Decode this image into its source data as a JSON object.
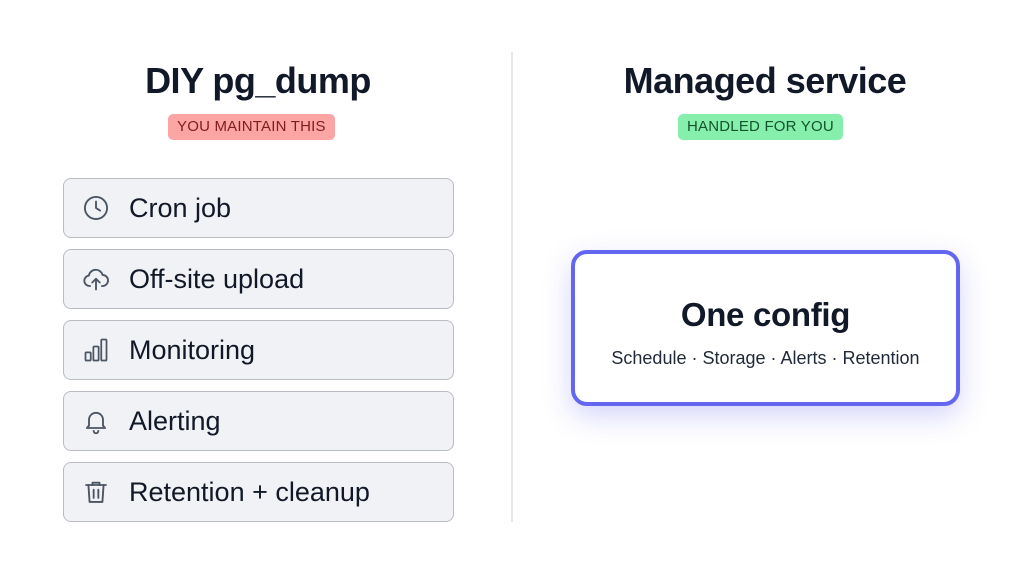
{
  "left": {
    "title": "DIY pg_dump",
    "badge": "YOU MAINTAIN THIS",
    "tasks": [
      {
        "label": "Cron job",
        "icon": "clock-icon"
      },
      {
        "label": "Off-site upload",
        "icon": "cloud-upload-icon"
      },
      {
        "label": "Monitoring",
        "icon": "bar-chart-icon"
      },
      {
        "label": "Alerting",
        "icon": "bell-icon"
      },
      {
        "label": "Retention + cleanup",
        "icon": "trash-icon"
      }
    ]
  },
  "right": {
    "title": "Managed service",
    "badge": "HANDLED FOR YOU",
    "card": {
      "title": "One config",
      "subtitle": "Schedule · Storage · Alerts · Retention"
    }
  },
  "colors": {
    "accent": "#6366f1",
    "badge_red": "#fca5a5",
    "badge_green": "#86efac",
    "task_bg": "#f1f2f5"
  }
}
